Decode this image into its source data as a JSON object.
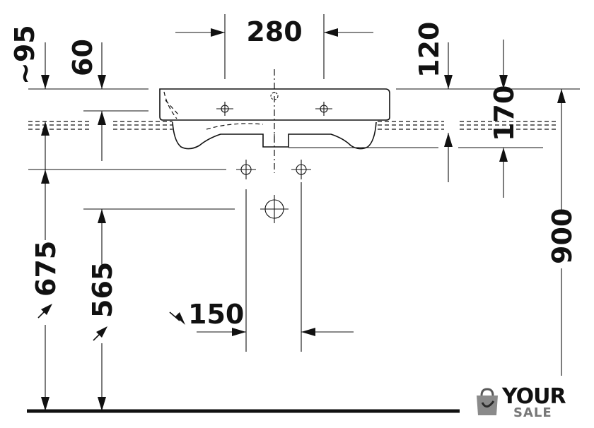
{
  "dimensions": {
    "top_width": "280",
    "height_95": "~95",
    "height_60": "60",
    "height_120": "120",
    "height_170": "170",
    "height_675": "675",
    "height_565": "565",
    "offset_150": "150",
    "height_900": "900"
  },
  "logo": {
    "word": "YOUR",
    "sub": "SALE"
  }
}
